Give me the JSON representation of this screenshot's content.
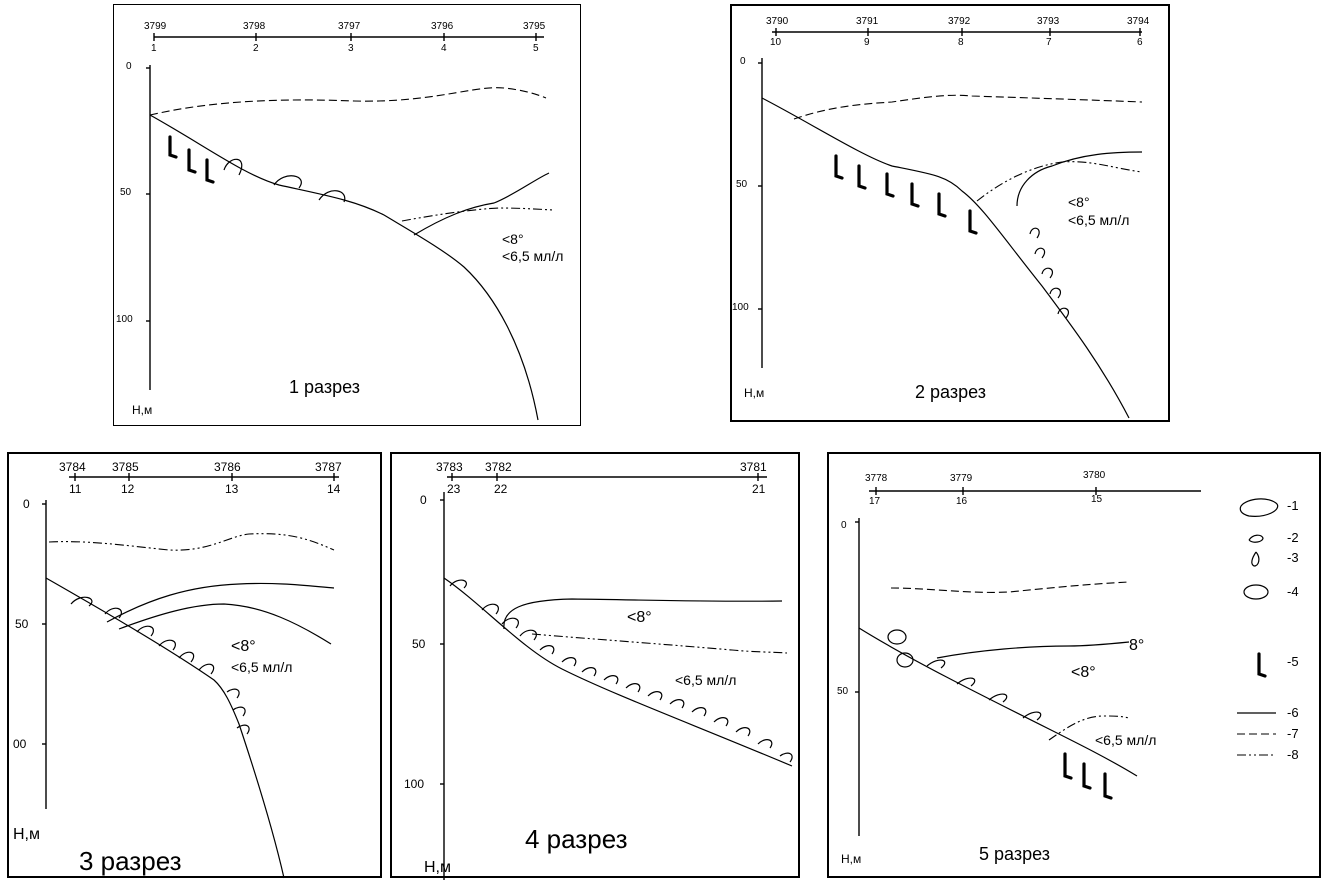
{
  "sections": [
    {
      "title": "1 разрез",
      "top_wells": [
        "3799",
        "3798",
        "3797",
        "3796",
        "3795"
      ],
      "top_points": [
        "1",
        "2",
        "3",
        "4",
        "5"
      ],
      "depth_ticks": [
        "0",
        "50",
        "100"
      ],
      "depth_axis_label": "Н,м",
      "annotation_temp": "<8°",
      "annotation_mineral": "<6,5 мл/л"
    },
    {
      "title": "2 разрез",
      "top_wells": [
        "3790",
        "3791",
        "3792",
        "3793",
        "3794"
      ],
      "top_points": [
        "10",
        "9",
        "8",
        "7",
        "6"
      ],
      "depth_ticks": [
        "0",
        "50",
        "100"
      ],
      "depth_axis_label": "Н,м",
      "annotation_temp": "<8°",
      "annotation_mineral": "<6,5 мл/л"
    },
    {
      "title": "3 разрез",
      "top_wells": [
        "3784",
        "3785",
        "3786",
        "3787"
      ],
      "top_points": [
        "11",
        "12",
        "13",
        "14"
      ],
      "depth_ticks": [
        "0",
        "50",
        "00"
      ],
      "depth_axis_label": "Н,м",
      "annotation_temp": "<8°",
      "annotation_mineral": "<6,5 мл/л"
    },
    {
      "title": "4 разрез",
      "top_wells": [
        "3783",
        "3782",
        "3781"
      ],
      "top_points": [
        "23",
        "22",
        "21"
      ],
      "depth_ticks": [
        "0",
        "50",
        "100"
      ],
      "depth_axis_label": "Н,м",
      "annotation_temp": "<8°",
      "annotation_mineral": "<6,5 мл/л"
    },
    {
      "title": "5 разрез",
      "top_wells": [
        "3778",
        "3779",
        "3780"
      ],
      "top_points": [
        "17",
        "16",
        "15"
      ],
      "depth_ticks": [
        "0",
        "50"
      ],
      "depth_axis_label": "Н,м",
      "annotation_isotherm": "8°",
      "annotation_temp": "<8°",
      "annotation_mineral": "<6,5 мл/л"
    }
  ],
  "legend": [
    "-1",
    "-2",
    "-3",
    "-4",
    "-5",
    "-6",
    "-7",
    "-8"
  ]
}
